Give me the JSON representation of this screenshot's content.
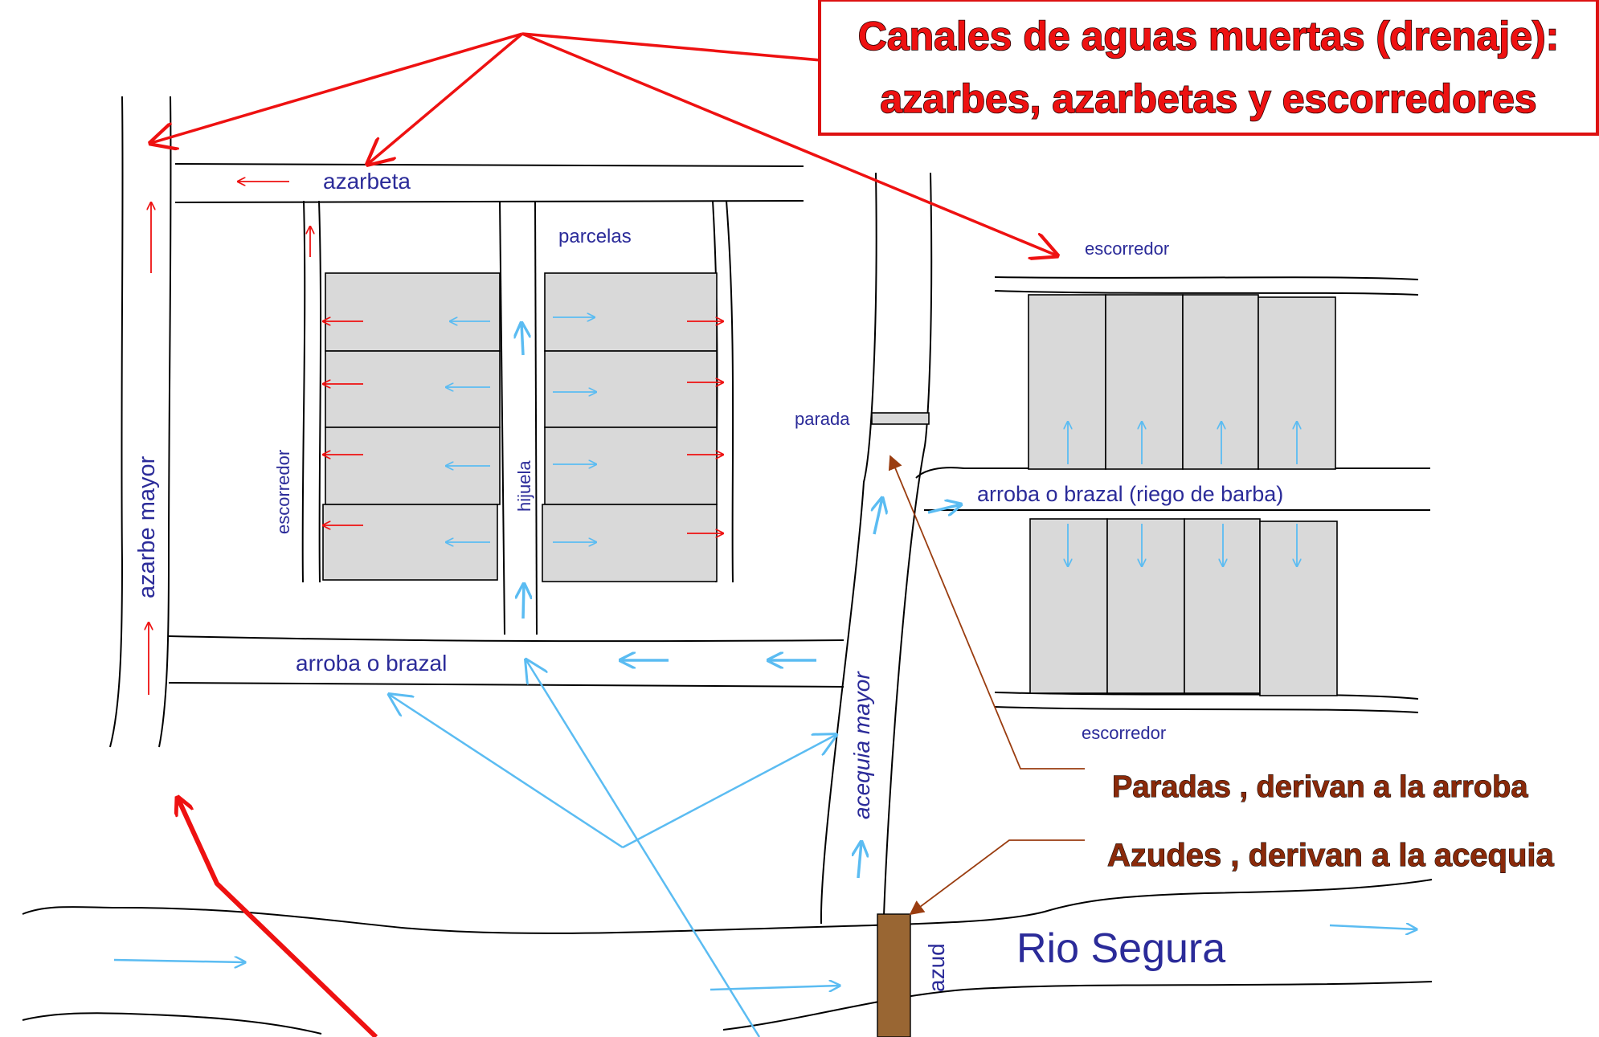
{
  "title": {
    "line1": "Canales de aguas muertas (drenaje):",
    "line2": "azarbes, azarbetas y escorredores"
  },
  "labels": {
    "azarbeta": "azarbeta",
    "parcelas": "parcelas",
    "escorredor_top_right": "escorredor",
    "escorredor_left": "escorredor",
    "escorredor_bottom_right": "escorredor",
    "hijuela": "hijuela",
    "azarbe_mayor": "azarbe mayor",
    "parada": "parada",
    "arroba_brazal_right": "arroba o brazal (riego de barba)",
    "arroba_brazal_left": "arroba o brazal",
    "acequia_mayor": "acequia mayor",
    "azud": "azud",
    "rio_segura": "Rio Segura"
  },
  "notes": {
    "paradas": "Paradas , derivan a la arroba",
    "azudes": "Azudes , derivan a la acequia"
  },
  "colors": {
    "drainage": "#ee1111",
    "irrigation": "#5bbcf2",
    "notes_text": "#8a2a0a",
    "notes_arrow": "#9a3d10",
    "labels": "#2b2b99",
    "plot_fill": "#d9d9d9",
    "azud_fill": "#996633",
    "title_box": "#dd1111"
  }
}
